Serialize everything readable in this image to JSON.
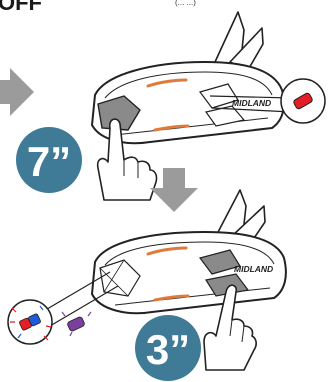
{
  "top_fragment": {
    "heading": "OFF",
    "note": "(... ...)"
  },
  "panel_1": {
    "duration": "7”",
    "brand": "MIDLAND",
    "status_led": "red"
  },
  "panel_2": {
    "duration": "3”",
    "brand": "MIDLAND",
    "status_led": "red-blue-purple"
  },
  "colors": {
    "badge": "#3F7A96",
    "arrow": "#9B9B9B",
    "led_red": "#E31E24",
    "led_blue": "#1E5BD8",
    "led_purple": "#7B3FA0",
    "button_gray": "#8A8A8A",
    "accent_orange": "#E07A3C"
  }
}
